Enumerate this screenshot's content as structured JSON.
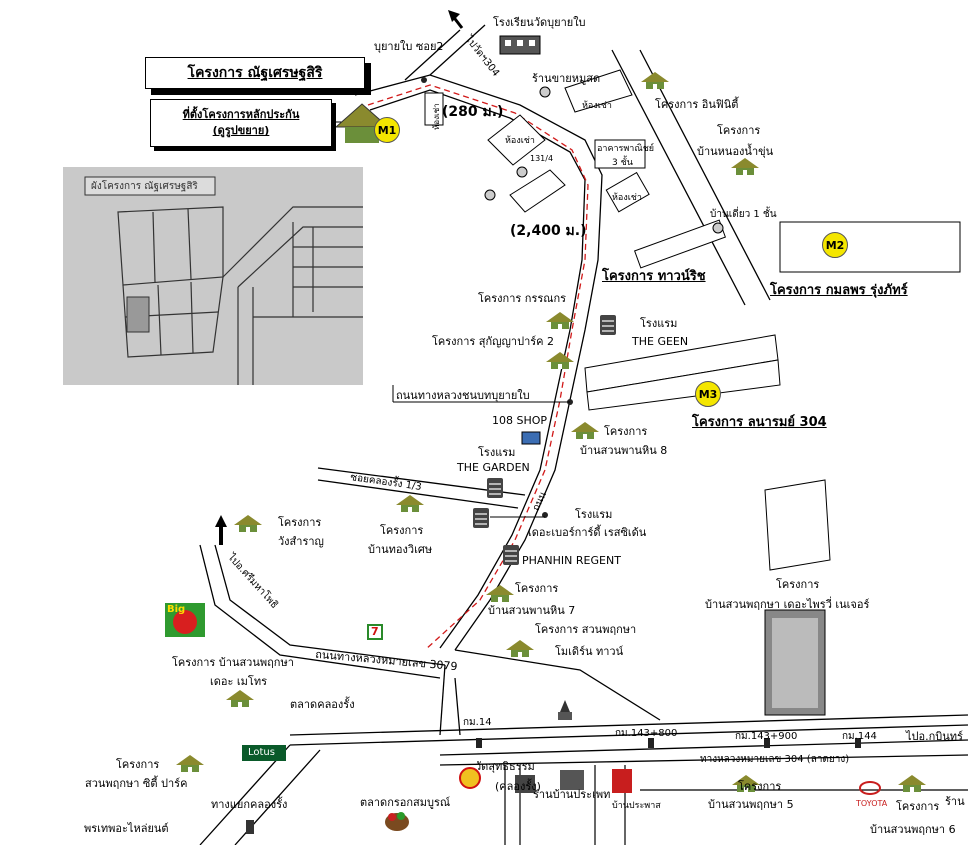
{
  "title": "โครงการ ณัฐเศรษฐสิริ",
  "location_note": {
    "line1": "ที่ตั้งโครงการหลักประกัน",
    "line2": "(ดูรูปขยาย)"
  },
  "inset": {
    "caption": "ผังโครงการ ณัฐเศรษฐสิริ"
  },
  "markers": {
    "m1": "M1",
    "m2": "M2",
    "m3": "M3"
  },
  "distances": {
    "short": "(280 ม.)",
    "long": "(2,400 ม.)"
  },
  "roads": {
    "soi2": "บุยายใบ ซอย2",
    "to_wat": "ไปวัดฯ304",
    "rural_road": "ถนนทางหลวงชนบทบุยายใบ",
    "road_3079": "ถนนทางหลวงหมายเลข 3079",
    "road_304": "ทางหลวงหมายเลข 304 (ลาดยาง)",
    "soi_khlong": "ซอยคลองรั้ง 1/3",
    "to_sri": "ไปอ.ศรีมหาโพธิ",
    "to_kabin": "ไปอ.กบินทร์",
    "thanon": "ถนน",
    "km14": "กม.14",
    "km143_800": "กม.143+800",
    "km143_900": "กม.143+900",
    "km144": "กม.144"
  },
  "places": {
    "school": "โรงเรียนวัดบุยายใบ",
    "pork_shop": "ร้านขายหมูสด",
    "rent1": "ห้องเช่า",
    "rent2": "ห้องเช่า",
    "rent3": "ห้องเช่า",
    "rent4": "ห้องเช่า",
    "house131": "131/4 ",
    "commercial": "อาคารพาณิชย์",
    "commercial2": "3 ชั้น",
    "single_house": "บ้านเดี่ยว 1 ชั้น",
    "hotel_geen": "โรงแรม",
    "the_geen": "THE GEEN",
    "shop108": "108 SHOP",
    "hotel_garden": "โรงแรม",
    "the_garden": "THE GARDEN",
    "hotel_regent1": "โรงแรม",
    "hotel_regent2": "เดอะเบอร์การ์ดี้ เรสซิเด้น",
    "phanhin_regent": "PHANHIN REGENT",
    "market_khlong": "ตลาดคลองรั้ง",
    "market_fresh": "ตลาดกรอกสมบูรณ์",
    "wat": "วัดสุทธิธรรม",
    "wat2": "(คลองรั้ง)",
    "junction": "ทางแยกคลองรั้ง",
    "shop_ban": "ร้านบ้านประเพท",
    "pornthep": "พรเทพอะไหล่ยนต์",
    "ban_prapet": "บ้านประพาส",
    "toyota": "TOYOTA",
    "lotus": "Lotus",
    "big_c": "Big",
    "seven": "7",
    "shop_right": "ร้าน"
  },
  "projects": {
    "infinity": "โครงการ อินฟินิตี้",
    "nongnamkhun1": "โครงการ",
    "nongnamkhun2": "บ้านหนองน้ำขุ่น",
    "townrich": "โครงการ ทาวน์ริช",
    "kamolporn": "โครงการ กมลพร รุ่งภัทร์",
    "kornnok": "โครงการ กรรณกร",
    "sukanya": "โครงการ สุกัญญาปาร์ค 2",
    "lanarom": "โครงการ ลนารมย์ 304",
    "suanphanhin8_1": "โครงการ",
    "suanphanhin8_2": "บ้านสวนพานหิน 8",
    "wangsaran1": "โครงการ",
    "wangsaran2": "วังสำราญ",
    "thongwiset1": "โครงการ",
    "thongwiset2": "บ้านทองวิเศษ",
    "suanphanhin7_1": "โครงการ",
    "suanphanhin7_2": "บ้านสวนพานหิน 7",
    "modern1": "โครงการ สวนพฤกษา",
    "modern2": "โมเดิร์น ทาวน์",
    "metro1": "โครงการ บ้านสวนพฤกษา",
    "metro2": "เดอะ เมโทร",
    "privy1": "โครงการ",
    "privy2": "บ้านสวนพฤกษา เดอะไพรวี่ เนเจอร์",
    "city1": "โครงการ",
    "city2": "สวนพฤกษา ซิตี้ ปาร์ค",
    "sp5_1": "โครงการ",
    "sp5_2": "บ้านสวนพฤกษา 5",
    "sp6_1": "โครงการ",
    "sp6_2": "บ้านสวนพฤกษา 6"
  },
  "colors": {
    "marker": "#f4e600",
    "route": "#d11a1a",
    "house_roof": "#8a8a2e",
    "house_body": "#6b8f3a"
  }
}
